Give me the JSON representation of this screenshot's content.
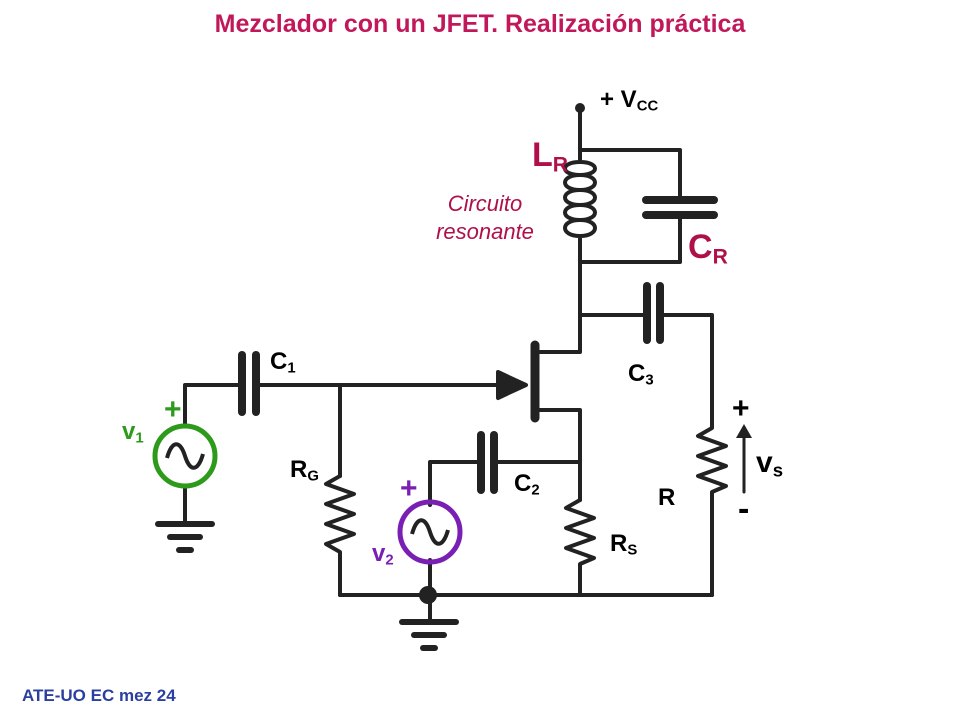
{
  "title": "Mezclador con un JFET. Realización práctica",
  "footer": "ATE-UO EC mez 24",
  "labels": {
    "vcc_main": "+ V",
    "vcc_sub": "CC",
    "lr_main": "L",
    "lr_sub": "R",
    "cr_main": "C",
    "cr_sub": "R",
    "c1_main": "C",
    "c1_sub": "1",
    "c2_main": "C",
    "c2_sub": "2",
    "c3_main": "C",
    "c3_sub": "3",
    "rg_main": "R",
    "rg_sub": "G",
    "rs_main": "R",
    "rs_sub": "S",
    "r": "R",
    "v1_main": "v",
    "v1_sub": "1",
    "v2_main": "v",
    "v2_sub": "2",
    "vs_main": "v",
    "vs_sub": "s",
    "plus": "+",
    "minus": "-"
  },
  "annotation": {
    "line1": "Circuito",
    "line2": "resonante"
  },
  "colors": {
    "title": "#c0185a",
    "footer": "#2b3fa0",
    "source1": "#2e9a1c",
    "source2": "#7a1fb3",
    "resonant_labels": "#b0104a"
  }
}
